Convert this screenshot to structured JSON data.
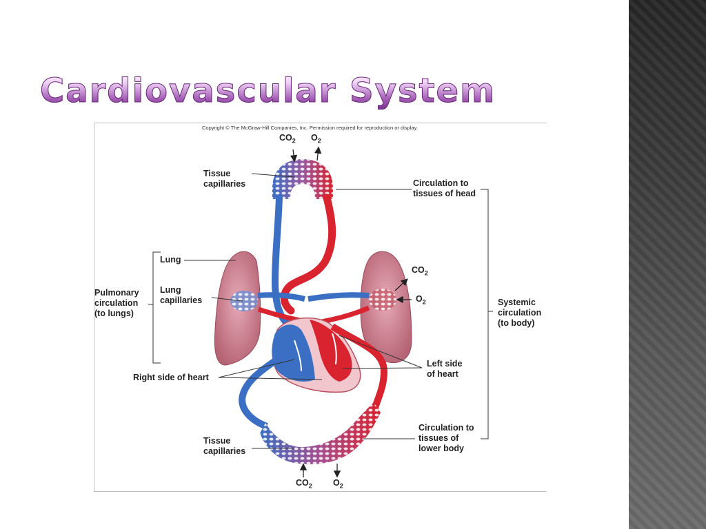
{
  "slide": {
    "title": "Cardiovascular System"
  },
  "figure": {
    "copyright": "Copyright © The McGraw-Hill Companies, Inc. Permission required for reproduction or display.",
    "labels": {
      "tissue_capillaries_top": "Tissue\ncapillaries",
      "circulation_head": "Circulation to\ntissues of head",
      "lung": "Lung",
      "lung_capillaries": "Lung\ncapillaries",
      "pulmonary": "Pulmonary\ncirculation\n(to lungs)",
      "systemic": "Systemic\ncirculation\n(to body)",
      "left_side_heart": "Left side\nof heart",
      "right_side_heart": "Right side of heart",
      "tissue_capillaries_bottom": "Tissue\ncapillaries",
      "circulation_lower": "Circulation to\ntissues of\nlower body"
    },
    "gases": {
      "co2": "CO",
      "o2": "O",
      "subscript": "2"
    },
    "colors": {
      "oxygenated": "#d9232e",
      "deoxygenated": "#3b6fc4",
      "lung_tissue": "#c77a88",
      "title_purple": "#7d3a8c"
    }
  }
}
